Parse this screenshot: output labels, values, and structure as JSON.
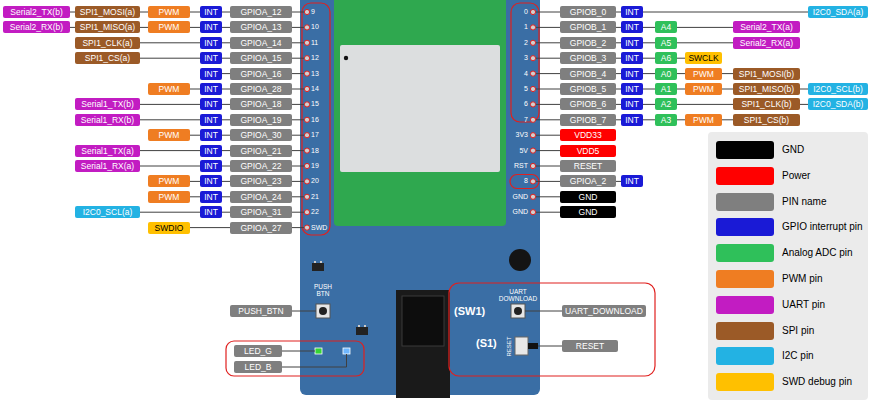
{
  "diagram": {
    "nodes": [
      {
        "text": [
          "Serial2_TX(b)"
        ]
      },
      {
        "text": [
          "SPI1_MOSI(a)"
        ]
      },
      {
        "text": [
          "PWM"
        ]
      },
      {
        "text": [
          "INT"
        ]
      },
      {
        "text": [
          "GPIOA_12"
        ]
      },
      {
        "text": [
          "Serial2_RX(b)"
        ]
      },
      {
        "text": [
          "SPI1_MISO(a)"
        ]
      },
      {
        "text": [
          "PWM"
        ]
      },
      {
        "text": [
          "INT"
        ]
      },
      {
        "text": [
          "GPIOA_13"
        ]
      },
      {
        "text": [
          "SPI1_CLK(a)"
        ]
      },
      {
        "text": [
          "INT"
        ]
      },
      {
        "text": [
          "GPIOA_14"
        ]
      },
      {
        "text": [
          "SPI1_CS(a)"
        ]
      },
      {
        "text": [
          "INT"
        ]
      },
      {
        "text": [
          "GPIOA_15"
        ]
      },
      {
        "text": [
          "INT"
        ]
      },
      {
        "text": [
          "GPIOA_16"
        ]
      },
      {
        "text": [
          "PWM"
        ]
      },
      {
        "text": [
          "INT"
        ]
      },
      {
        "text": [
          "GPIOA_28"
        ]
      },
      {
        "text": [
          "Serial1_TX(b)"
        ]
      },
      {
        "text": [
          "INT"
        ]
      },
      {
        "text": [
          "GPIOA_18"
        ]
      },
      {
        "text": [
          "Serial1_RX(b)"
        ]
      },
      {
        "text": [
          "INT"
        ]
      },
      {
        "text": [
          "GPIOA_19"
        ]
      },
      {
        "text": [
          "PWM"
        ]
      },
      {
        "text": [
          "INT"
        ]
      },
      {
        "text": [
          "GPIOA_30"
        ]
      },
      {
        "text": [
          "Serial1_TX(a)"
        ]
      },
      {
        "text": [
          "INT"
        ]
      },
      {
        "text": [
          "GPIOA_21"
        ]
      },
      {
        "text": [
          "Serial1_RX(a)"
        ]
      },
      {
        "text": [
          "INT"
        ]
      },
      {
        "text": [
          "GPIOA_22"
        ]
      },
      {
        "text": [
          "PWM"
        ]
      },
      {
        "text": [
          "INT"
        ]
      },
      {
        "text": [
          "GPIOA_23"
        ]
      },
      {
        "text": [
          "PWM"
        ]
      },
      {
        "text": [
          "INT"
        ]
      },
      {
        "text": [
          "GPIOA_24"
        ]
      },
      {
        "text": [
          "I2C0_SCL(a)"
        ]
      },
      {
        "text": [
          "INT"
        ]
      },
      {
        "text": [
          "GPIOA_31"
        ]
      },
      {
        "text": [
          "SWDIO"
        ]
      },
      {
        "text": [
          "GPIOA_27"
        ]
      },
      {
        "text": [
          "GPIOB_0"
        ]
      },
      {
        "text": [
          "INT"
        ]
      },
      {
        "text": [
          "I2C0_SDA(a)"
        ]
      },
      {
        "text": [
          "GPIOB_1"
        ]
      },
      {
        "text": [
          "INT"
        ]
      },
      {
        "text": [
          "A4"
        ]
      },
      {
        "text": [
          "Serial2_TX(a)"
        ]
      },
      {
        "text": [
          "GPIOB_2"
        ]
      },
      {
        "text": [
          "INT"
        ]
      },
      {
        "text": [
          "A5"
        ]
      },
      {
        "text": [
          "Serial2_RX(a)"
        ]
      },
      {
        "text": [
          "GPIOB_3"
        ]
      },
      {
        "text": [
          "INT"
        ]
      },
      {
        "text": [
          "A6"
        ]
      },
      {
        "text": [
          "SWCLK"
        ]
      },
      {
        "text": [
          "GPIOB_4"
        ]
      },
      {
        "text": [
          "INT"
        ]
      },
      {
        "text": [
          "A0"
        ]
      },
      {
        "text": [
          "PWM"
        ]
      },
      {
        "text": [
          "SPI1_MOSI(b)"
        ]
      },
      {
        "text": [
          "GPIOB_5"
        ]
      },
      {
        "text": [
          "INT"
        ]
      },
      {
        "text": [
          "A1"
        ]
      },
      {
        "text": [
          "PWM"
        ]
      },
      {
        "text": [
          "SPI1_MISO(b)"
        ]
      },
      {
        "text": [
          "I2C0_SCL(b)"
        ]
      },
      {
        "text": [
          "GPIOB_6"
        ]
      },
      {
        "text": [
          "INT"
        ]
      },
      {
        "text": [
          "A2"
        ]
      },
      {
        "text": [
          "SPI1_CLK(b)"
        ]
      },
      {
        "text": [
          "I2C0_SDA(b)"
        ]
      },
      {
        "text": [
          "GPIOB_7"
        ]
      },
      {
        "text": [
          "INT"
        ]
      },
      {
        "text": [
          "A3"
        ]
      },
      {
        "text": [
          "PWM"
        ]
      },
      {
        "text": [
          "SPI1_CS(b)"
        ]
      },
      {
        "text": [
          "VDD33"
        ]
      },
      {
        "text": [
          "VDD5"
        ]
      },
      {
        "text": [
          "RESET"
        ]
      },
      {
        "text": [
          "GPIOA_2"
        ]
      },
      {
        "text": [
          "INT"
        ]
      },
      {
        "text": [
          "GND"
        ]
      },
      {
        "text": [
          "GND"
        ]
      },
      {
        "text": [
          "PUSH_BTN"
        ]
      },
      {
        "text": [
          "UART_DOWNLOAD"
        ]
      },
      {
        "text": [
          "RESET"
        ]
      },
      {
        "text": [
          "LED_G"
        ]
      },
      {
        "text": [
          "LED_B"
        ]
      }
    ],
    "edges": [
      {
        "from": 0,
        "to": 1,
        "arrow": "none"
      },
      {
        "from": 1,
        "to": 2,
        "arrow": "none"
      },
      {
        "from": 2,
        "to": 3,
        "arrow": "none"
      },
      {
        "from": 3,
        "to": 4,
        "arrow": "none"
      },
      {
        "from": 5,
        "to": 6,
        "arrow": "none"
      },
      {
        "from": 6,
        "to": 7,
        "arrow": "none"
      },
      {
        "from": 7,
        "to": 8,
        "arrow": "none"
      },
      {
        "from": 8,
        "to": 9,
        "arrow": "none"
      },
      {
        "from": 10,
        "to": 11,
        "arrow": "none"
      },
      {
        "from": 11,
        "to": 12,
        "arrow": "none"
      },
      {
        "from": 13,
        "to": 14,
        "arrow": "none"
      },
      {
        "from": 14,
        "to": 15,
        "arrow": "none"
      },
      {
        "from": 16,
        "to": 17,
        "arrow": "none"
      },
      {
        "from": 18,
        "to": 19,
        "arrow": "none"
      },
      {
        "from": 19,
        "to": 20,
        "arrow": "none"
      },
      {
        "from": 21,
        "to": 22,
        "arrow": "none"
      },
      {
        "from": 22,
        "to": 23,
        "arrow": "none"
      },
      {
        "from": 24,
        "to": 25,
        "arrow": "none"
      },
      {
        "from": 25,
        "to": 26,
        "arrow": "none"
      },
      {
        "from": 27,
        "to": 28,
        "arrow": "none"
      },
      {
        "from": 28,
        "to": 29,
        "arrow": "none"
      },
      {
        "from": 30,
        "to": 31,
        "arrow": "none"
      },
      {
        "from": 31,
        "to": 32,
        "arrow": "none"
      },
      {
        "from": 33,
        "to": 34,
        "arrow": "none"
      },
      {
        "from": 34,
        "to": 35,
        "arrow": "none"
      },
      {
        "from": 36,
        "to": 37,
        "arrow": "none"
      },
      {
        "from": 37,
        "to": 38,
        "arrow": "none"
      },
      {
        "from": 39,
        "to": 40,
        "arrow": "none"
      },
      {
        "from": 40,
        "to": 41,
        "arrow": "none"
      },
      {
        "from": 42,
        "to": 43,
        "arrow": "none"
      },
      {
        "from": 43,
        "to": 44,
        "arrow": "none"
      },
      {
        "from": 45,
        "to": 46,
        "arrow": "none"
      },
      {
        "from": 47,
        "to": 48,
        "arrow": "none"
      },
      {
        "from": 48,
        "to": 49,
        "arrow": "none"
      },
      {
        "from": 50,
        "to": 51,
        "arrow": "none"
      },
      {
        "from": 51,
        "to": 52,
        "arrow": "none"
      },
      {
        "from": 52,
        "to": 53,
        "arrow": "none"
      },
      {
        "from": 54,
        "to": 55,
        "arrow": "none"
      },
      {
        "from": 55,
        "to": 56,
        "arrow": "none"
      },
      {
        "from": 56,
        "to": 57,
        "arrow": "none"
      },
      {
        "from": 58,
        "to": 59,
        "arrow": "none"
      },
      {
        "from": 59,
        "to": 60,
        "arrow": "none"
      },
      {
        "from": 60,
        "to": 61,
        "arrow": "none"
      },
      {
        "from": 62,
        "to": 63,
        "arrow": "none"
      },
      {
        "from": 63,
        "to": 64,
        "arrow": "none"
      },
      {
        "from": 64,
        "to": 65,
        "arrow": "none"
      },
      {
        "from": 65,
        "to": 66,
        "arrow": "none"
      },
      {
        "from": 67,
        "to": 68,
        "arrow": "none"
      },
      {
        "from": 68,
        "to": 69,
        "arrow": "none"
      },
      {
        "from": 69,
        "to": 70,
        "arrow": "none"
      },
      {
        "from": 70,
        "to": 71,
        "arrow": "none"
      },
      {
        "from": 71,
        "to": 72,
        "arrow": "none"
      },
      {
        "from": 73,
        "to": 74,
        "arrow": "none"
      },
      {
        "from": 74,
        "to": 75,
        "arrow": "none"
      },
      {
        "from": 75,
        "to": 76,
        "arrow": "none"
      },
      {
        "from": 76,
        "to": 77,
        "arrow": "none"
      },
      {
        "from": 78,
        "to": 79,
        "arrow": "none"
      },
      {
        "from": 79,
        "to": 80,
        "arrow": "none"
      },
      {
        "from": 80,
        "to": 81,
        "arrow": "none"
      },
      {
        "from": 81,
        "to": 82,
        "arrow": "none"
      },
      {
        "from": 86,
        "to": 87,
        "arrow": "none"
      }
    ],
    "labels": [
      "9",
      "10",
      "11",
      "12",
      "13",
      "14",
      "15",
      "16",
      "17",
      "18",
      "19",
      "20",
      "21",
      "22",
      "SWD",
      "0",
      "1",
      "2",
      "3",
      "4",
      "5",
      "6",
      "7",
      "3V3",
      "5V",
      "RST",
      "8",
      "GND",
      "GND",
      "PUSH BTN",
      "UART DOWNLOAD",
      "(SW1)",
      "(S1)",
      "RESET"
    ],
    "legend": [
      {
        "text": "GND",
        "color": "#000000"
      },
      {
        "text": "Power",
        "color": "#ff0000"
      },
      {
        "text": "PIN name",
        "color": "#7f7f7f"
      },
      {
        "text": "GPIO interrupt pin",
        "color": "#1a1ad6"
      },
      {
        "text": "Analog ADC pin",
        "color": "#2fc05a"
      },
      {
        "text": "PWM pin",
        "color": "#ef7d22"
      },
      {
        "text": "UART pin",
        "color": "#c21cc2"
      },
      {
        "text": "SPI pin",
        "color": "#9b5a27"
      },
      {
        "text": "I2C pin",
        "color": "#23b2e3"
      },
      {
        "text": "SWD debug pin",
        "color": "#ffc000"
      }
    ]
  }
}
